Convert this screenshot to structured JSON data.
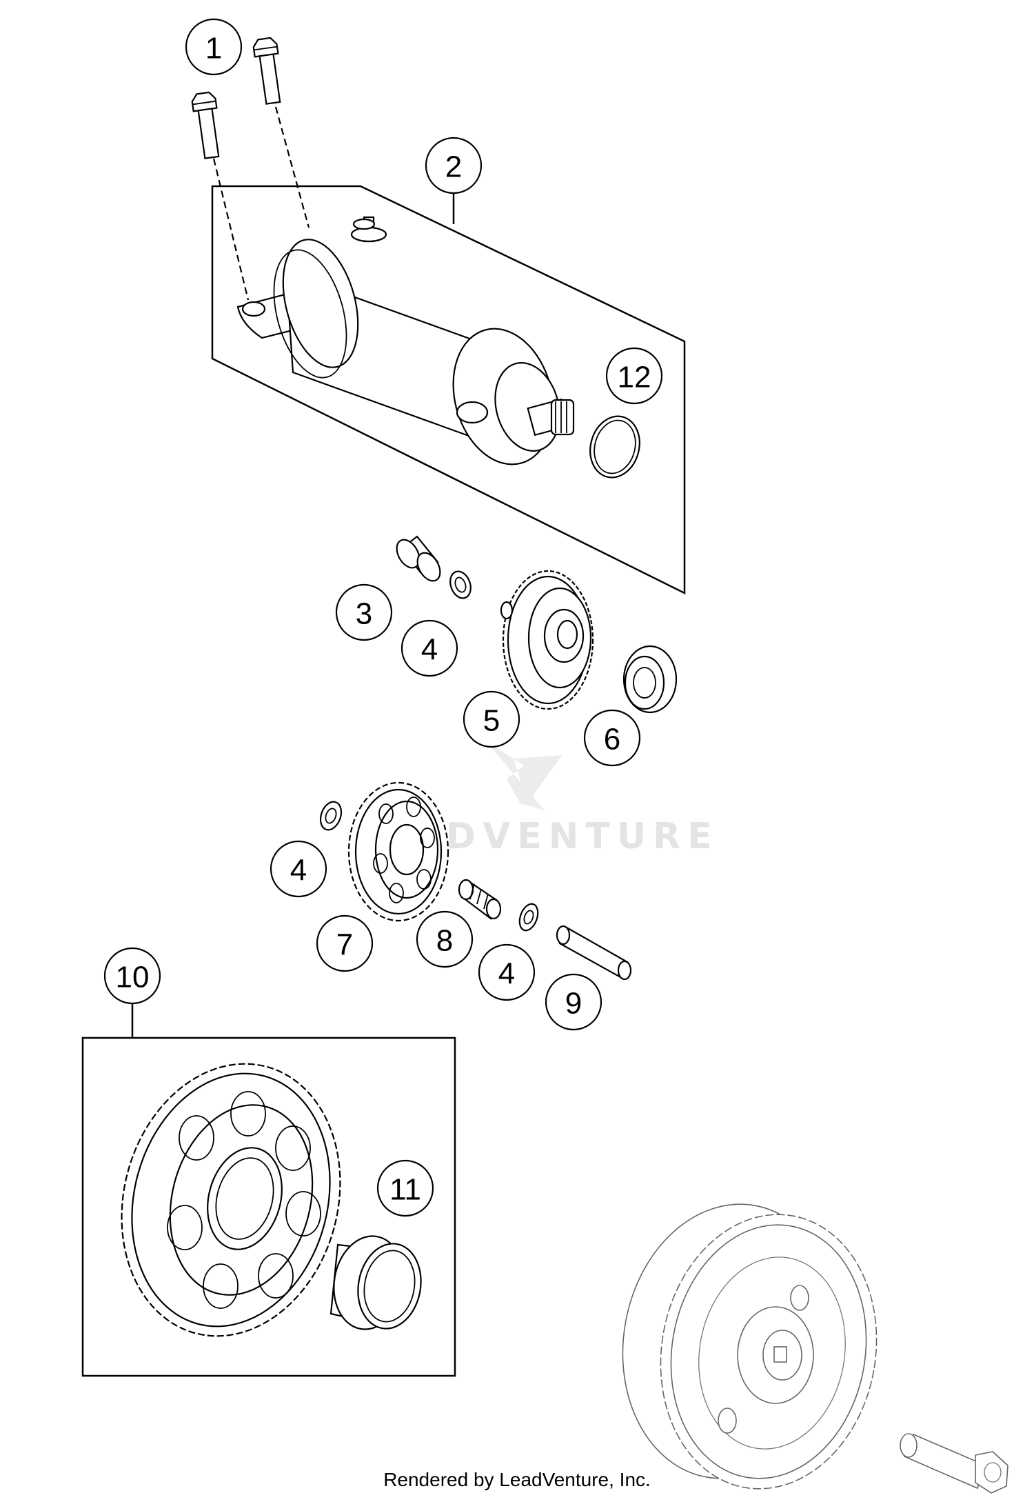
{
  "watermark": "LEADVENTURE",
  "footer": "Rendered by LeadVenture, Inc.",
  "callouts": {
    "c1": "1",
    "c2": "2",
    "c3": "3",
    "c4a": "4",
    "c5": "5",
    "c6": "6",
    "c4b": "4",
    "c7": "7",
    "c8": "8",
    "c4c": "4",
    "c9": "9",
    "c10": "10",
    "c11": "11",
    "c12": "12"
  }
}
